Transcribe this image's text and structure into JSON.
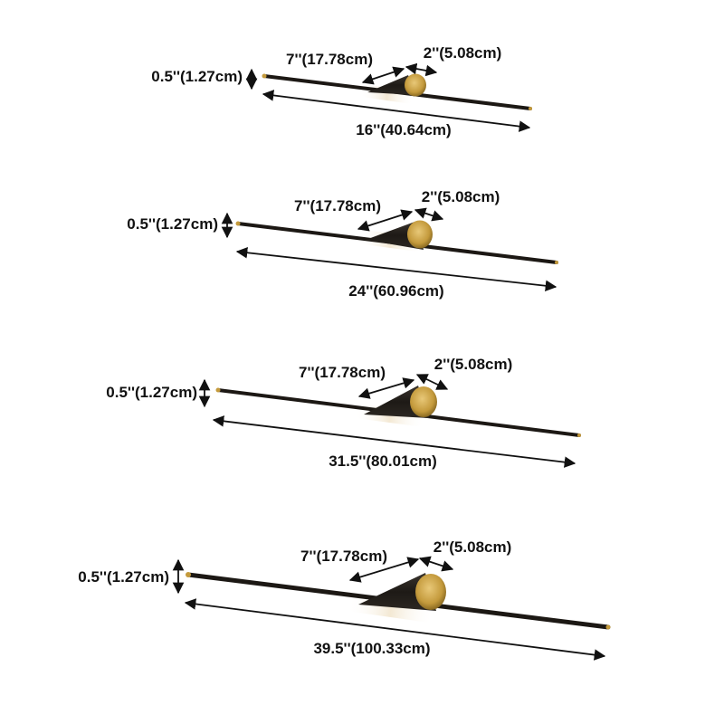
{
  "colors": {
    "bar": "#1c1814",
    "bar_highlight": "#4a3d30",
    "gold": "#c49a3c",
    "gold_light": "#e0bf6c",
    "cone": "#2a2622",
    "arrow": "#111111",
    "background": "#ffffff"
  },
  "variants": [
    {
      "height_label": "0.5''(1.27cm)",
      "shade_length_label": "7''(17.78cm)",
      "cap_diameter_label": "2''(5.08cm)",
      "total_length_label": "16''(40.64cm)"
    },
    {
      "height_label": "0.5''(1.27cm)",
      "shade_length_label": "7''(17.78cm)",
      "cap_diameter_label": "2''(5.08cm)",
      "total_length_label": "24''(60.96cm)"
    },
    {
      "height_label": "0.5''(1.27cm)",
      "shade_length_label": "7''(17.78cm)",
      "cap_diameter_label": "2''(5.08cm)",
      "total_length_label": "31.5''(80.01cm)"
    },
    {
      "height_label": "0.5''(1.27cm)",
      "shade_length_label": "7''(17.78cm)",
      "cap_diameter_label": "2''(5.08cm)",
      "total_length_label": "39.5''(100.33cm)"
    }
  ]
}
